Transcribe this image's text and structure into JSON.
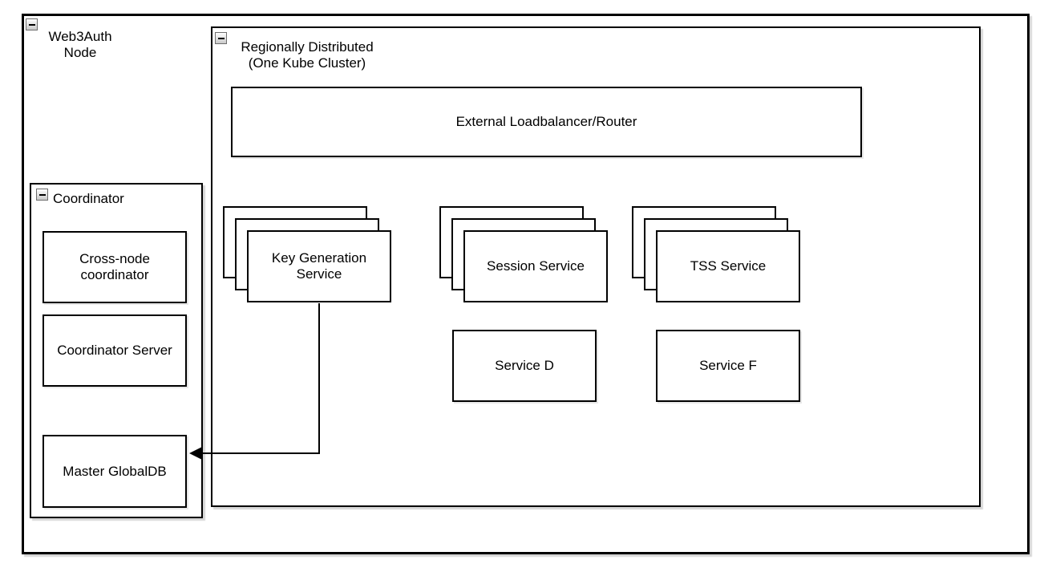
{
  "nodes": {
    "web3auth": {
      "label": "Web3Auth\nNode"
    },
    "region": {
      "label": "Regionally Distributed\n(One Kube Cluster)"
    },
    "loadbalancer": {
      "label": "External Loadbalancer/Router"
    },
    "keygen": {
      "label": "Key Generation\nService"
    },
    "session": {
      "label": "Session Service"
    },
    "tss": {
      "label": "TSS Service"
    },
    "service_d": {
      "label": "Service D"
    },
    "service_f": {
      "label": "Service F"
    },
    "coordinator": {
      "label": "Coordinator"
    },
    "cross_node": {
      "label": "Cross-node\ncoordinator"
    },
    "coordinator_server": {
      "label": "Coordinator Server"
    },
    "master_db": {
      "label": "Master GlobalDB"
    }
  },
  "edges": [
    {
      "from": "keygen",
      "to": "master_db",
      "type": "orthogonal-arrow",
      "arrowhead": "filled-left"
    }
  ],
  "icons": {
    "collapse": "minus-square"
  },
  "colors": {
    "line": "#000000",
    "fill": "#ffffff",
    "container_shadow": "#d6d6d6",
    "collapse_icon_top": "#fefefe",
    "collapse_icon_bottom": "#c9c9c9",
    "text": "#000000"
  }
}
